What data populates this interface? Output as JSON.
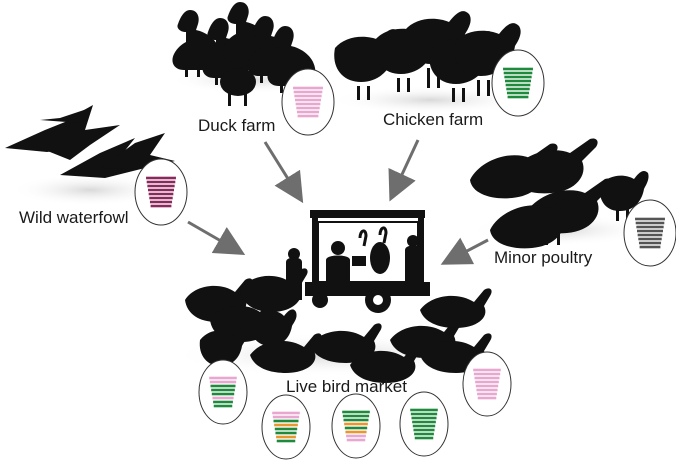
{
  "labels": {
    "duck_farm": "Duck farm",
    "chicken_farm": "Chicken farm",
    "wild_waterfowl": "Wild waterfowl",
    "minor_poultry": "Minor poultry",
    "live_bird_market": "Live bird market"
  },
  "colors": {
    "silhouette": "#111111",
    "arrow": "#6e6e6e",
    "pink": "#e9a6cf",
    "green": "#1f8a3c",
    "purple": "#8a2a5c",
    "gray": "#555555",
    "orange": "#e8962e"
  },
  "badges": [
    {
      "id": "duck-farm",
      "bands": [
        "pink",
        "pink",
        "pink",
        "pink",
        "pink",
        "pink",
        "pink",
        "pink"
      ]
    },
    {
      "id": "chicken-farm",
      "bands": [
        "green",
        "green",
        "green",
        "green",
        "green",
        "green",
        "green",
        "green"
      ]
    },
    {
      "id": "wild-waterfowl",
      "bands": [
        "purple",
        "purple",
        "purple",
        "purple",
        "purple",
        "purple",
        "purple",
        "purple"
      ]
    },
    {
      "id": "minor-poultry",
      "bands": [
        "gray",
        "gray",
        "gray",
        "gray",
        "gray",
        "gray",
        "gray",
        "gray"
      ]
    },
    {
      "id": "market-1",
      "bands": [
        "pink",
        "pink",
        "green",
        "green",
        "green",
        "pink",
        "green",
        "green"
      ]
    },
    {
      "id": "market-2",
      "bands": [
        "pink",
        "pink",
        "green",
        "orange",
        "green",
        "green",
        "orange",
        "green"
      ]
    },
    {
      "id": "market-3",
      "bands": [
        "green",
        "green",
        "green",
        "orange",
        "green",
        "orange",
        "pink",
        "pink"
      ]
    },
    {
      "id": "market-4",
      "bands": [
        "green",
        "green",
        "green",
        "green",
        "green",
        "green",
        "green",
        "green"
      ]
    },
    {
      "id": "market-5",
      "bands": [
        "pink",
        "pink",
        "pink",
        "pink",
        "pink",
        "pink",
        "pink",
        "pink"
      ]
    }
  ]
}
